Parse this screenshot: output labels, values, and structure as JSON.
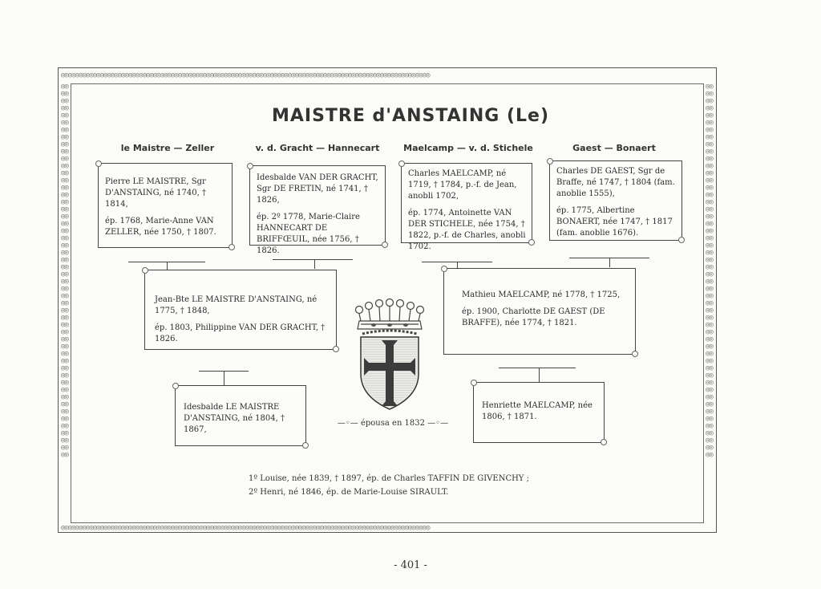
{
  "title": "MAISTRE d'ANSTAING (Le)",
  "columns": [
    {
      "heading": "le Maistre — Zeller"
    },
    {
      "heading": "v. d. Gracht — Hannecart"
    },
    {
      "heading": "Maelcamp — v. d. Stichele"
    },
    {
      "heading": "Gaest — Bonaert"
    }
  ],
  "generation1": [
    {
      "p1": "Pierre LE MAISTRE, Sgr D'ANSTAING, né 1740, † 1814,",
      "p2": "ép. 1768, Marie-Anne VAN ZELLER, née 1750, † 1807."
    },
    {
      "p1": "Idesbalde VAN DER GRACHT, Sgr DE FRETIN, né 1741, † 1826,",
      "p2": "ép. 2º 1778, Marie-Claire HANNECART DE BRIFFŒUIL, née 1756, † 1826."
    },
    {
      "p1": "Charles MAELCAMP, né 1719, † 1784, p.-f. de Jean, anobli 1702,",
      "p2": "ép. 1774, Antoinette VAN DER STICHELE, née 1754, † 1822, p.-f. de Charles, anobli 1702."
    },
    {
      "p1": "Charles DE GAEST, Sgr de Braffe, né 1747, † 1804 (fam. anoblie 1555),",
      "p2": "ép. 1775, Albertine BONAERT, née 1747, † 1817 (fam. anoblie 1676)."
    }
  ],
  "generation2": [
    {
      "p1": "Jean-Bte LE MAISTRE D'ANSTAING, né 1775, † 1848,",
      "p2": "ép. 1803, Philippine VAN DER GRACHT, † 1826."
    },
    {
      "p1": "Mathieu MAELCAMP, né 1778, † 1725,",
      "p2": "ép. 1900, Charlotte DE GAEST (DE BRAFFE), née 1774, † 1821."
    }
  ],
  "generation3": [
    {
      "p1": "Idesbalde LE MAISTRE D'ANSTAING, né 1804, † 1867,"
    },
    {
      "p1": "Henriette MAELCAMP, née 1806, † 1871."
    }
  ],
  "marriage": "—◦— épousa en 1832 —◦—",
  "children": [
    "1º Louise, née 1839, † 1897, ép. de Charles TAFFIN DE GIVENCHY ;",
    "2º Henri, né 1846, ép. de Marie-Louise SIRAULT."
  ],
  "page_number": "- 401 -",
  "border_motif": "◎◎◎◎◎◎◎◎◎◎◎◎◎◎◎◎◎◎◎◎◎◎◎◎◎◎◎◎◎◎◎◎◎◎◎◎◎◎◎◎◎◎◎◎◎◎◎◎◎◎◎◎◎◎◎◎◎◎◎◎◎◎◎◎◎◎◎◎◎◎◎◎◎◎◎◎◎◎◎◎◎◎◎◎◎◎◎◎◎◎◎◎◎◎◎◎◎◎◎◎◎◎◎◎"
}
